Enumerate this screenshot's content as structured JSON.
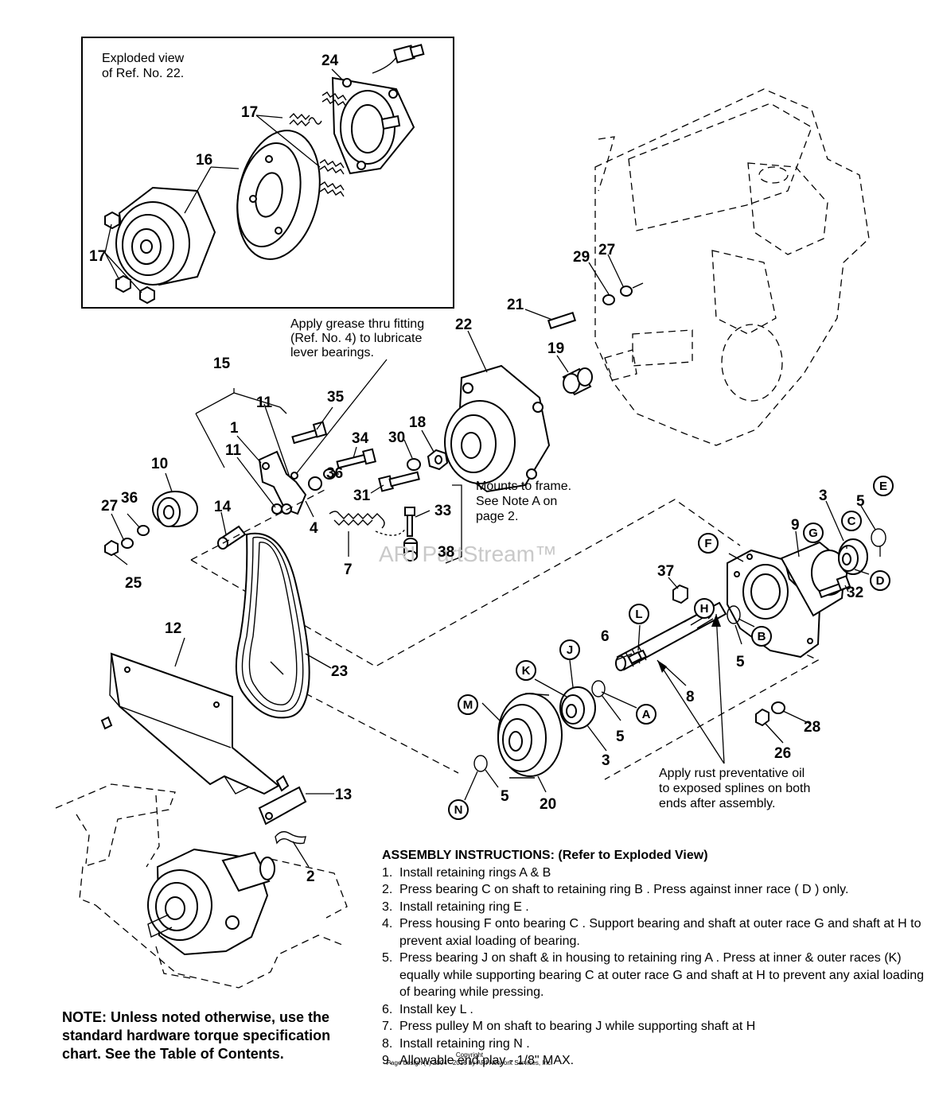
{
  "inset": {
    "caption": "Exploded view\nof Ref. No. 22."
  },
  "callouts": {
    "c24": "24",
    "c17a": "17",
    "c16": "16",
    "c17b": "17",
    "c29": "29",
    "c27a": "27",
    "c21": "21",
    "c22": "22",
    "c19": "19",
    "c15": "15",
    "c11a": "11",
    "c1": "1",
    "c35": "35",
    "c11b": "11",
    "c34": "34",
    "c30": "30",
    "c18": "18",
    "c36a": "36",
    "c10": "10",
    "c27b": "27",
    "c36b": "36",
    "c14": "14",
    "c31": "31",
    "c33": "33",
    "c4": "4",
    "c7": "7",
    "c38": "38",
    "c25": "25",
    "c3a": "3",
    "c5a": "5",
    "c9": "9",
    "c37": "37",
    "c32": "32",
    "c6": "6",
    "c5b": "5",
    "c8": "8",
    "c12": "12",
    "c23": "23",
    "c5c": "5",
    "c3b": "3",
    "c28": "28",
    "c26": "26",
    "c20": "20",
    "c5d": "5",
    "c13": "13",
    "c2": "2"
  },
  "letters": {
    "E": "E",
    "G": "G",
    "C": "C",
    "F": "F",
    "D": "D",
    "L": "L",
    "H": "H",
    "B": "B",
    "K": "K",
    "J": "J",
    "M": "M",
    "A": "A",
    "N": "N"
  },
  "notes": {
    "grease": "Apply grease thru fitting\n(Ref. No. 4) to lubricate\nlever bearings.",
    "mount": "Mounts to frame.\nSee Note A on\npage 2.",
    "rust": "Apply rust preventative oil\nto exposed splines on both\nends after assembly."
  },
  "watermark": "ARI PartStream™",
  "assembly": {
    "title": "ASSEMBLY INSTRUCTIONS: (Refer to Exploded View)",
    "steps": [
      {
        "num": "1.",
        "text": "Install retaining rings   A   &   B"
      },
      {
        "num": "2.",
        "text": "Press bearing   C   on shaft to retaining ring   B  . Press against inner race (  D  ) only."
      },
      {
        "num": "3.",
        "text": "Install retaining ring   E  ."
      },
      {
        "num": "4.",
        "text": "Press housing   F   onto bearing   C  . Support bearing and shaft at outer race   G   and shaft at   H   to prevent axial loading of bearing."
      },
      {
        "num": "5.",
        "text": "Press bearing   J   on shaft & in housing to retaining ring   A  . Press at inner & outer races (K) equally while supporting bearing   C   at outer race   G   and shaft at   H   to prevent any axial loading of bearing while pressing."
      },
      {
        "num": "6.",
        "text": "Install key   L  ."
      },
      {
        "num": "7.",
        "text": "Press pulley   M   on shaft to bearing   J   while supporting shaft at   H"
      },
      {
        "num": "8.",
        "text": "Install retaining ring   N  ."
      },
      {
        "num": "9.",
        "text": "Allowable end play - 1/8\" MAX."
      }
    ]
  },
  "hardware_note": "NOTE: Unless noted otherwise, use the standard hardware torque specification chart. See the Table of Contents.",
  "copyright": {
    "line1": "Copyright",
    "line2": "Page design (c) 2004 - 2016 by ARI Network Services, Inc."
  }
}
